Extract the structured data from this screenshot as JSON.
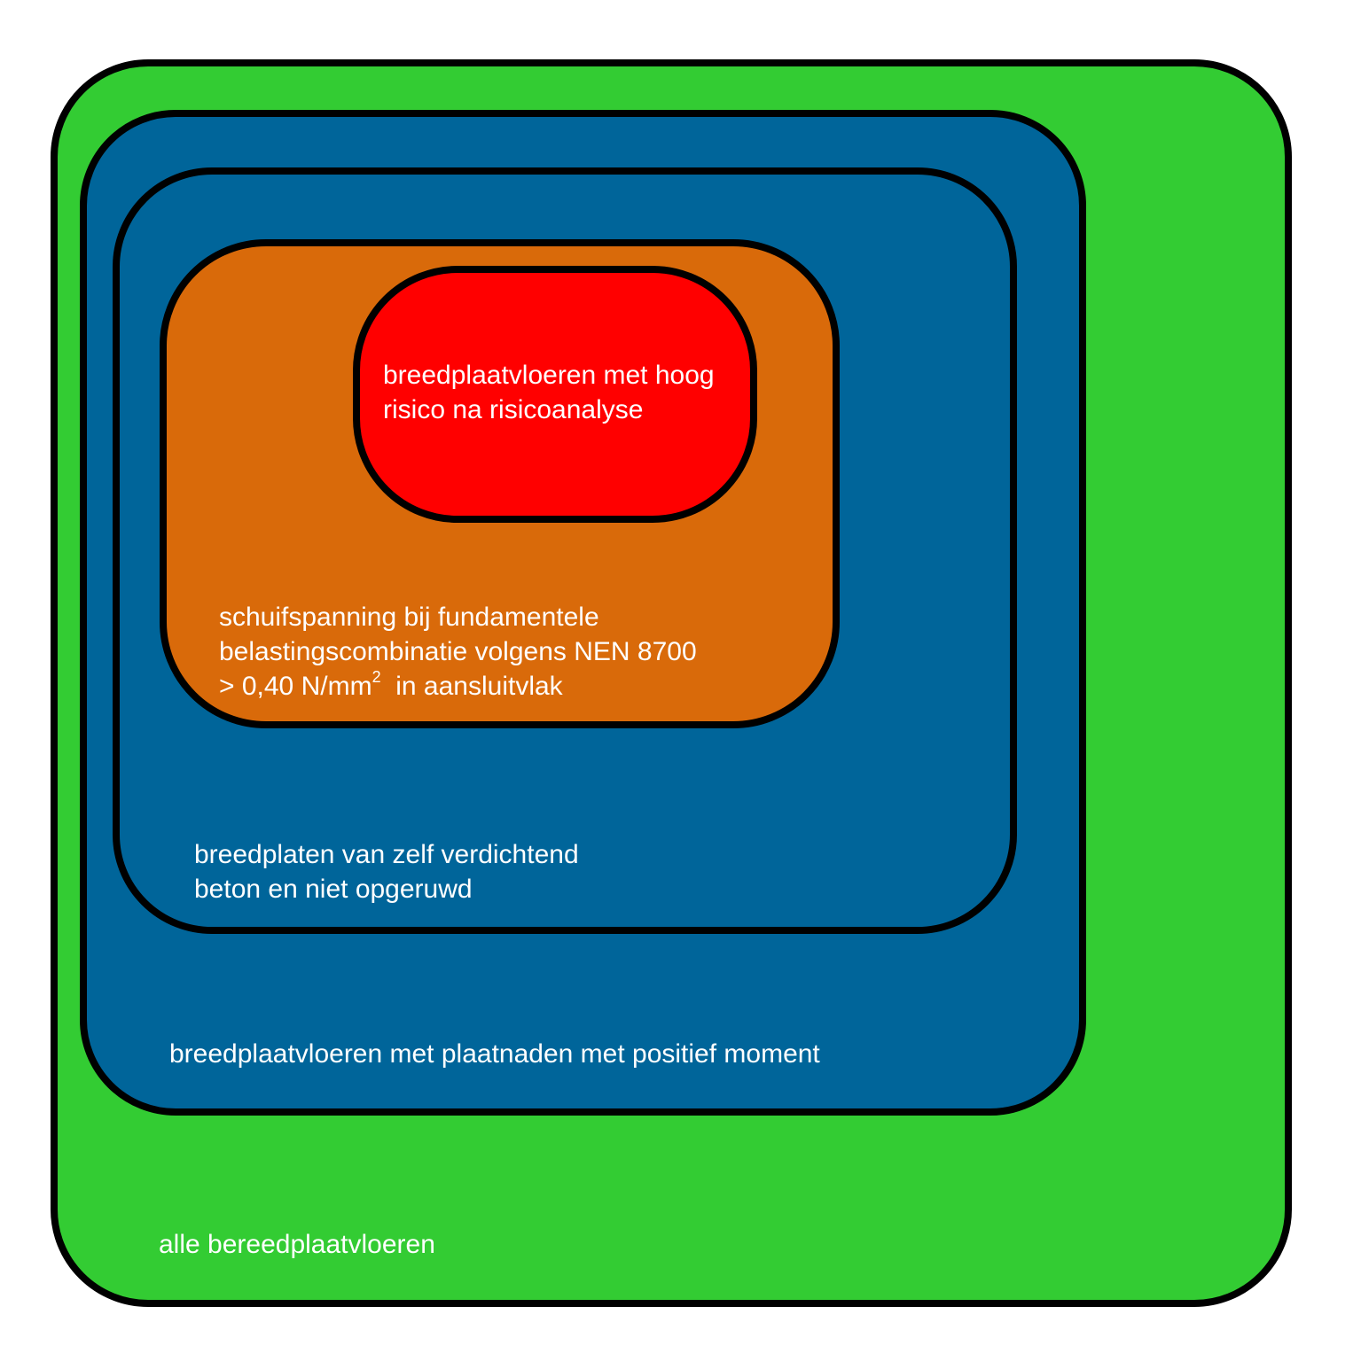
{
  "colors": {
    "green": "#33cc33",
    "blue": "#00659a",
    "orange": "#d96a0a",
    "red": "#ff0000",
    "border": "#000000",
    "text": "#ffffff"
  },
  "sets": {
    "all": {
      "label": "alle bereedplaatvloeren"
    },
    "positive_moment": {
      "label": "breedplaatvloeren met plaatnaden met positief moment"
    },
    "self_compacting": {
      "line1": "breedplaten van zelf verdichtend",
      "line2": "beton en niet opgeruwd"
    },
    "shear_stress": {
      "line1": "schuifspanning bij fundamentele",
      "line2": "belastingscombinatie volgens NEN 8700",
      "line3_pre": "> 0,40 N/mm",
      "line3_sup": "2",
      "line3_post": "  in aansluitvlak"
    },
    "high_risk": {
      "line1": "breedplaatvloeren met hoog",
      "line2": "risico na risicoanalyse"
    }
  }
}
